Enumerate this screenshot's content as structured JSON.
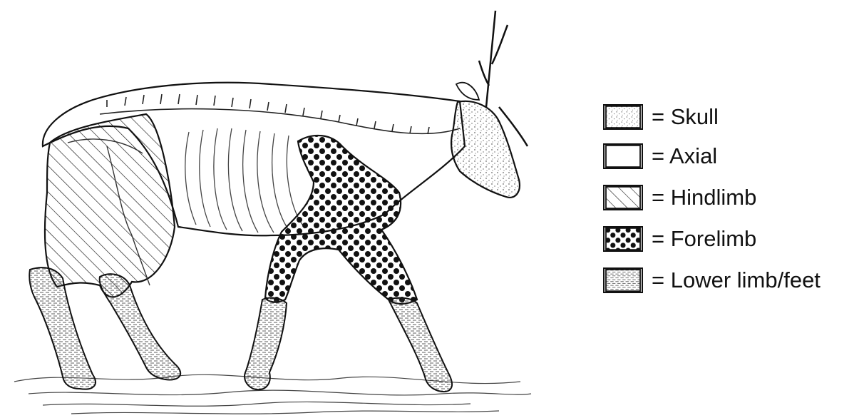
{
  "legend": {
    "items": [
      {
        "label": "= Skull",
        "pattern": "fine-stipple"
      },
      {
        "label": "= Axial",
        "pattern": "plain"
      },
      {
        "label": "= Hindlimb",
        "pattern": "diagonal-hatch"
      },
      {
        "label": "= Forelimb",
        "pattern": "large-dots"
      },
      {
        "label": "= Lower limb/feet",
        "pattern": "fine-horizontal-hatch"
      }
    ]
  },
  "colors": {
    "ink": "#111111",
    "background": "#ffffff"
  }
}
